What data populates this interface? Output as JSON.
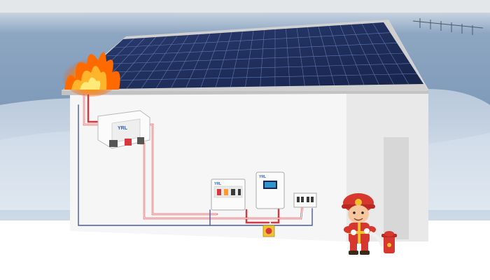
{
  "scene": {
    "colors": {
      "sky_top": "#6f8fb3",
      "sky_mid": "#8ea9c8",
      "snow": "#dfe8f2",
      "house_wall": "#f4f4f4",
      "house_side": "#e6e6e6",
      "roof_edge": "#c9c9c9",
      "solar_panel": "#1f2f5e",
      "solar_grid": "#5d78b8",
      "fire_orange": "#ff7a00",
      "fire_yellow": "#ffd23a",
      "cable_red": "#d9363e",
      "cable_white": "#fafafa",
      "firefighter_red": "#d6382f",
      "firefighter_yellow": "#f4c02a"
    },
    "devices": {
      "rapid_shutdown_brand": "YRL",
      "distribution_box_brand": "YRL",
      "inverter_brand": "YRL"
    }
  }
}
